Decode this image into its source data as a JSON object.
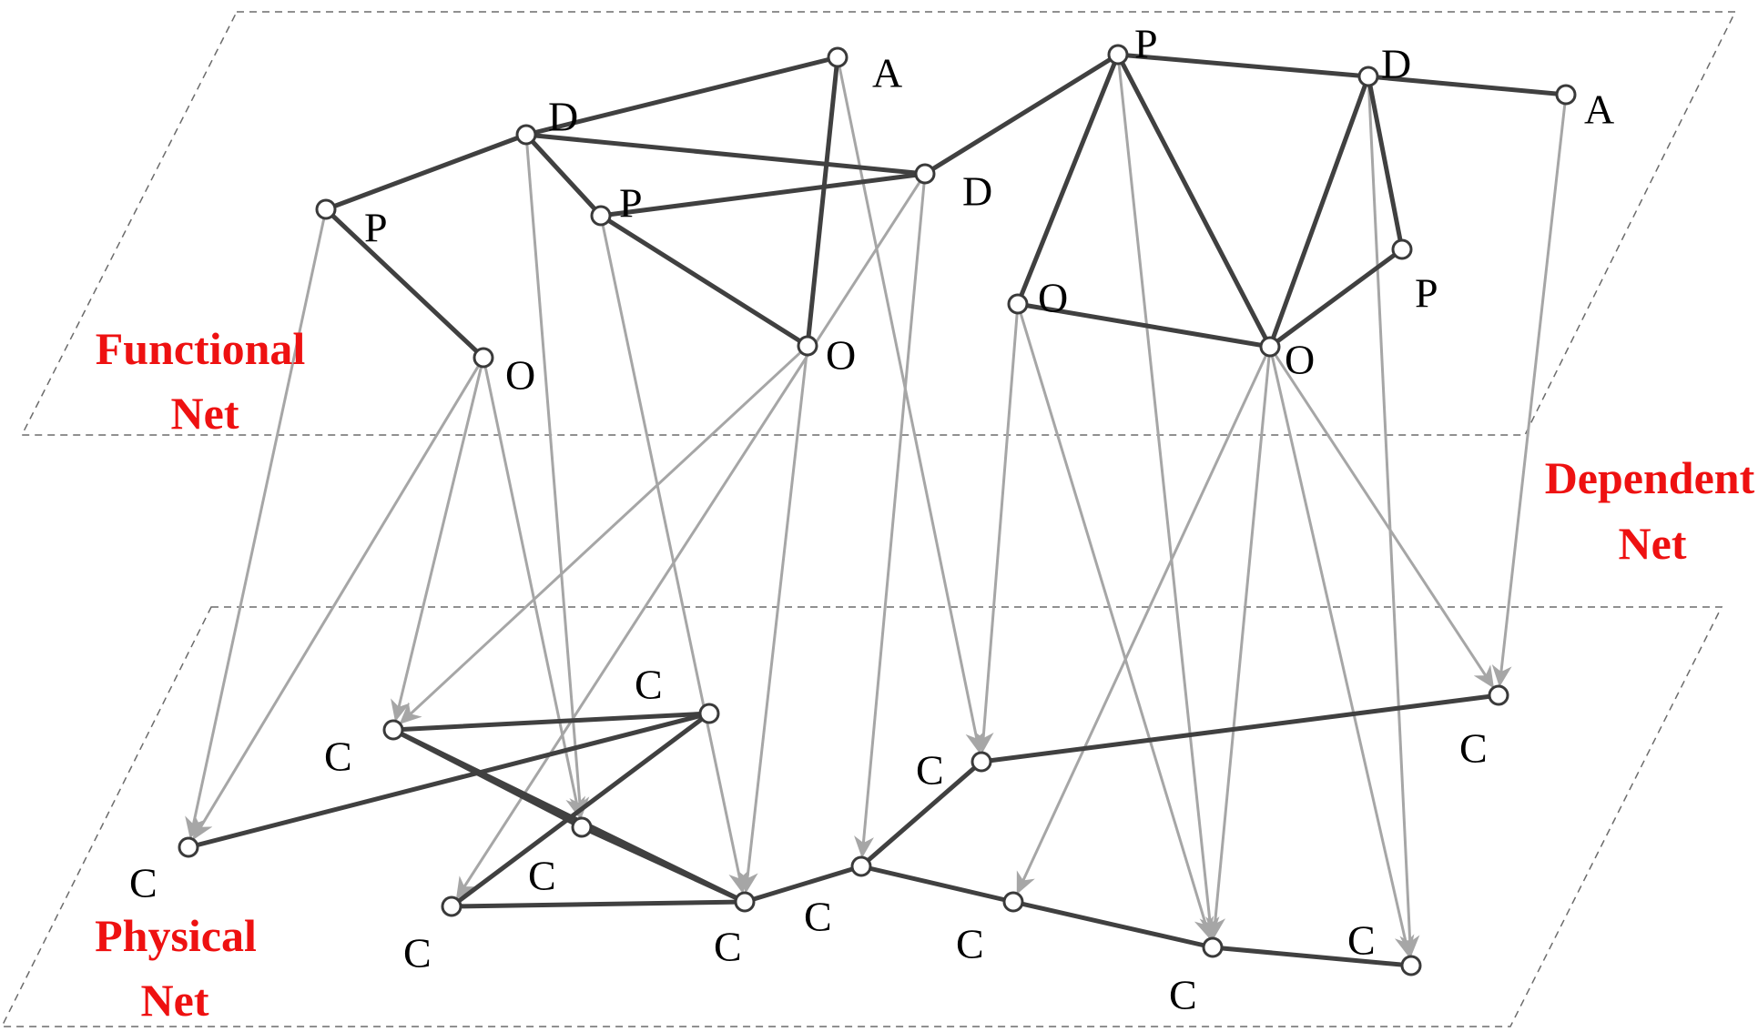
{
  "layers": {
    "functional": {
      "line1": "Functional",
      "line2": "Net"
    },
    "dependent": {
      "line1": "Dependent",
      "line2": "Net"
    },
    "physical": {
      "line1": "Physical",
      "line2": "Net"
    }
  },
  "colors": {
    "layer_label": "#ee1111",
    "edge": "#404040",
    "dependency": "#a6a6a6",
    "plane_border": "#6b6b6b"
  },
  "functional_nodes": [
    {
      "id": "f1",
      "label": "A"
    },
    {
      "id": "f2",
      "label": "D"
    },
    {
      "id": "f3",
      "label": "P"
    },
    {
      "id": "f4",
      "label": "P"
    },
    {
      "id": "f5",
      "label": "D"
    },
    {
      "id": "f6",
      "label": "O"
    },
    {
      "id": "f7",
      "label": "O"
    },
    {
      "id": "f8",
      "label": "P"
    },
    {
      "id": "f9",
      "label": "D"
    },
    {
      "id": "f10",
      "label": "A"
    },
    {
      "id": "f11",
      "label": "O"
    },
    {
      "id": "f12",
      "label": "P"
    },
    {
      "id": "f13",
      "label": "O"
    }
  ],
  "physical_nodes": [
    {
      "id": "p1",
      "label": "C"
    },
    {
      "id": "p2",
      "label": "C"
    },
    {
      "id": "p3",
      "label": "C"
    },
    {
      "id": "p4",
      "label": "C"
    },
    {
      "id": "p5",
      "label": "C"
    },
    {
      "id": "p6",
      "label": "C"
    },
    {
      "id": "p7",
      "label": "C"
    },
    {
      "id": "p8",
      "label": "C"
    },
    {
      "id": "p9",
      "label": "C"
    },
    {
      "id": "p10",
      "label": "C"
    },
    {
      "id": "p11",
      "label": "C"
    },
    {
      "id": "p12",
      "label": "C"
    }
  ],
  "functional_edges": [
    [
      "f1",
      "f2"
    ],
    [
      "f1",
      "f7"
    ],
    [
      "f2",
      "f3"
    ],
    [
      "f2",
      "f4"
    ],
    [
      "f2",
      "f5"
    ],
    [
      "f4",
      "f5"
    ],
    [
      "f3",
      "f6"
    ],
    [
      "f4",
      "f7"
    ],
    [
      "f5",
      "f8"
    ],
    [
      "f8",
      "f9"
    ],
    [
      "f9",
      "f10"
    ],
    [
      "f8",
      "f11"
    ],
    [
      "f8",
      "f13"
    ],
    [
      "f9",
      "f13"
    ],
    [
      "f9",
      "f12"
    ],
    [
      "f12",
      "f13"
    ],
    [
      "f11",
      "f13"
    ]
  ],
  "physical_edges": [
    [
      "p1",
      "p3"
    ],
    [
      "p2",
      "p3"
    ],
    [
      "p2",
      "p5"
    ],
    [
      "p2",
      "p4"
    ],
    [
      "p4",
      "p5"
    ],
    [
      "p5",
      "p6"
    ],
    [
      "p3",
      "p6"
    ],
    [
      "p5",
      "p7"
    ],
    [
      "p7",
      "p8"
    ],
    [
      "p8",
      "p9"
    ],
    [
      "p7",
      "p10"
    ],
    [
      "p10",
      "p11"
    ],
    [
      "p11",
      "p12"
    ]
  ],
  "dependencies": [
    [
      "f3",
      "p1"
    ],
    [
      "f6",
      "p1"
    ],
    [
      "f6",
      "p2"
    ],
    [
      "f6",
      "p4"
    ],
    [
      "f2",
      "p4"
    ],
    [
      "f4",
      "p5"
    ],
    [
      "f7",
      "p2"
    ],
    [
      "f7",
      "p5"
    ],
    [
      "f1",
      "p8"
    ],
    [
      "f5",
      "p7"
    ],
    [
      "f5",
      "p6"
    ],
    [
      "f11",
      "p8"
    ],
    [
      "f11",
      "p11"
    ],
    [
      "f8",
      "p11"
    ],
    [
      "f13",
      "p10"
    ],
    [
      "f13",
      "p11"
    ],
    [
      "f13",
      "p12"
    ],
    [
      "f13",
      "p9"
    ],
    [
      "f9",
      "p12"
    ],
    [
      "f10",
      "p9"
    ]
  ]
}
